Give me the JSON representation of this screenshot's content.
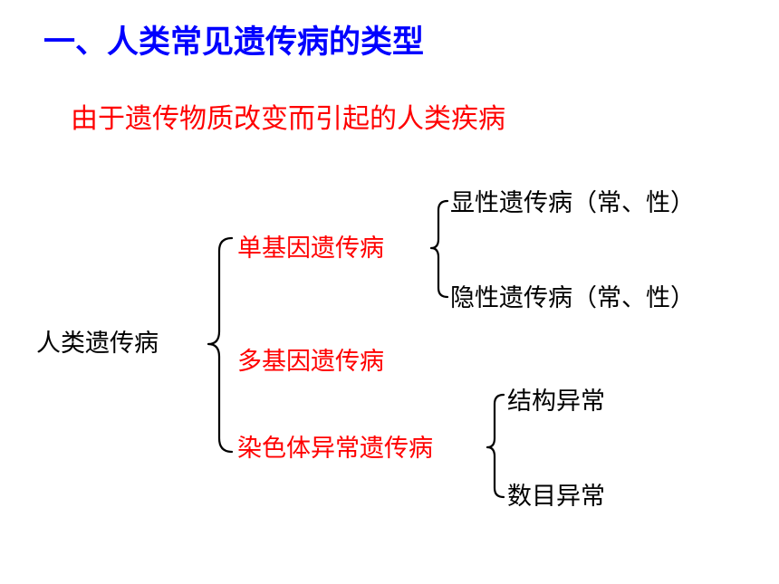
{
  "title": "一、人类常见遗传病的类型",
  "subtitle": "由于遗传物质改变而引起的人类疾病",
  "root": "人类遗传病",
  "branches": {
    "single_gene": "单基因遗传病",
    "multi_gene": "多基因遗传病",
    "chromosome": "染色体异常遗传病"
  },
  "single_gene_children": {
    "dominant": "显性遗传病（常、性）",
    "recessive": "隐性遗传病（常、性）"
  },
  "chromosome_children": {
    "structural": "结构异常",
    "numerical": "数目异常"
  },
  "colors": {
    "title": "#0000ff",
    "subtitle": "#ff0000",
    "branch": "#ff0000",
    "text": "#000000"
  }
}
